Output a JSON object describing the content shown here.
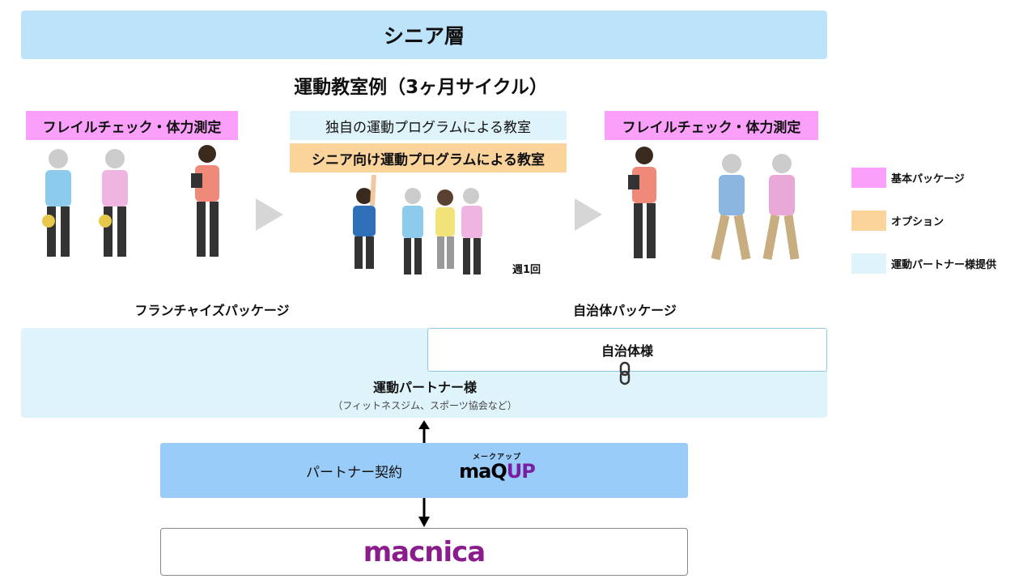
{
  "header": {
    "title": "シニア層"
  },
  "diagram_title": "運動教室例（3ヶ月サイクル）",
  "phases": {
    "left_label": "フレイルチェック・体力測定",
    "middle_labels": [
      "独自の運動プログラムによる教室",
      "シニア向け運動プログラムによる教室"
    ],
    "right_label": "フレイルチェック・体力測定",
    "frequency": "週1回"
  },
  "packages": {
    "franchise": "フランチャイズパッケージ",
    "municipal": "自治体パッケージ"
  },
  "partners": {
    "municipality": "自治体様",
    "exercise_partner": "運動パートナー様",
    "exercise_partner_examples": "（フィットネスジム、スポーツ協会など）",
    "contract": "パートナー契約",
    "maqup_kana": "メークアップ",
    "maqup_logo": "MAQUP",
    "macnica_logo": "MACNICA"
  },
  "legend": [
    {
      "label": "基本パッケージ",
      "color": "#fa9ffa"
    },
    {
      "label": "オプション",
      "color": "#fbd49c"
    },
    {
      "label": "運動パートナー様提供",
      "color": "#dff3fb"
    }
  ]
}
